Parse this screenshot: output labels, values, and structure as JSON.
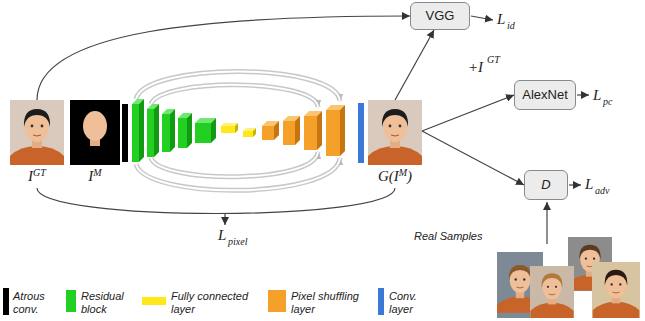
{
  "diagram": {
    "nodes": [
      {
        "text": [
          "I",
          "GT"
        ]
      },
      {
        "text": [
          "I",
          "M"
        ]
      },
      {
        "text": [
          "G(I",
          "M",
          ")"
        ]
      },
      {
        "text": [
          "VGG"
        ]
      },
      {
        "text": [
          "AlexNet"
        ]
      },
      {
        "text": [
          "D"
        ]
      }
    ],
    "edges": [
      {
        "from": 0,
        "to": 3,
        "arrow": "to"
      },
      {
        "from": 2,
        "to": 3,
        "arrow": "to"
      },
      {
        "from": 2,
        "to": 4,
        "arrow": "to"
      },
      {
        "from": 2,
        "to": 5,
        "arrow": "to"
      }
    ],
    "labels": [
      "L",
      "id",
      "+I",
      "GT",
      "L",
      "pc",
      "L",
      "adv",
      "L",
      "pixel",
      "Real Samples"
    ],
    "legend": [
      {
        "text": "Atrous conv.",
        "color": "#000000"
      },
      {
        "text": "Residual block",
        "color": "#22d022"
      },
      {
        "text": "Fully connected layer",
        "color": "#ffe81a"
      },
      {
        "text": "Pixel shuffling layer",
        "color": "#f5a028"
      },
      {
        "text": "Conv. layer",
        "color": "#3b78d8"
      }
    ]
  }
}
